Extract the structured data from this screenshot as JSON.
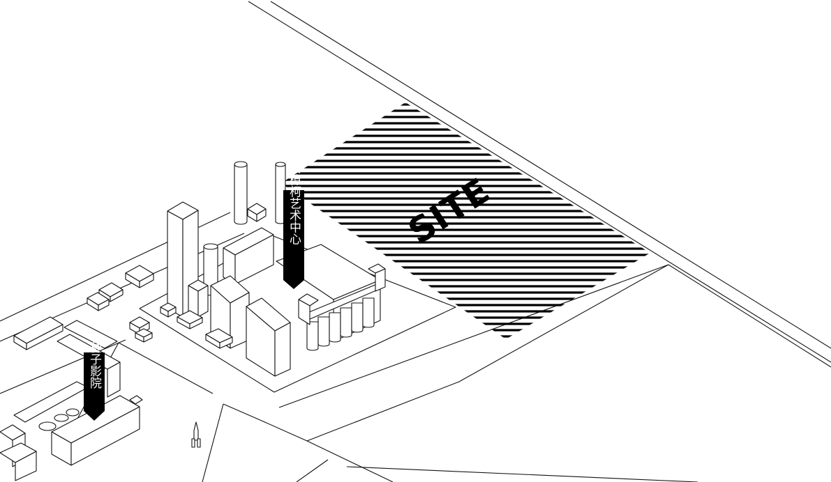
{
  "site": {
    "label": "SITE"
  },
  "landmarks": [
    {
      "id": "jia-zhangke",
      "label": "贾樟柯艺术中心"
    },
    {
      "id": "seed-cinema",
      "label": "种子影院"
    }
  ]
}
